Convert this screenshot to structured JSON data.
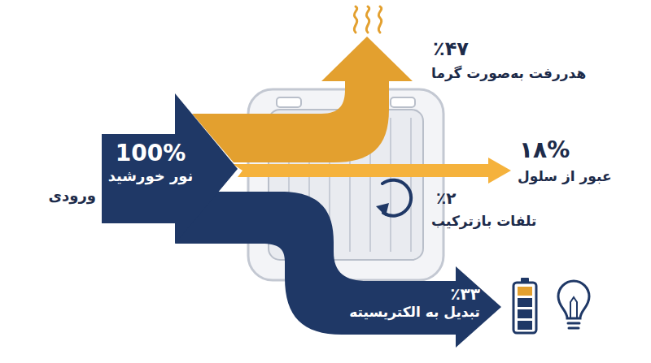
{
  "diagram": {
    "nodes": [
      {
        "text": [
          "100%",
          "نور خورشید"
        ]
      },
      {
        "text": [
          "٪۳۳",
          "تبدیل به الکتریسیته"
        ]
      }
    ],
    "labels": [
      "٪۴۷",
      "هدررفت به‌صورت گرما",
      "۱۸%",
      "عبور از سلول",
      "٪۲",
      "تلفات بازترکیب",
      "ورودی"
    ]
  }
}
